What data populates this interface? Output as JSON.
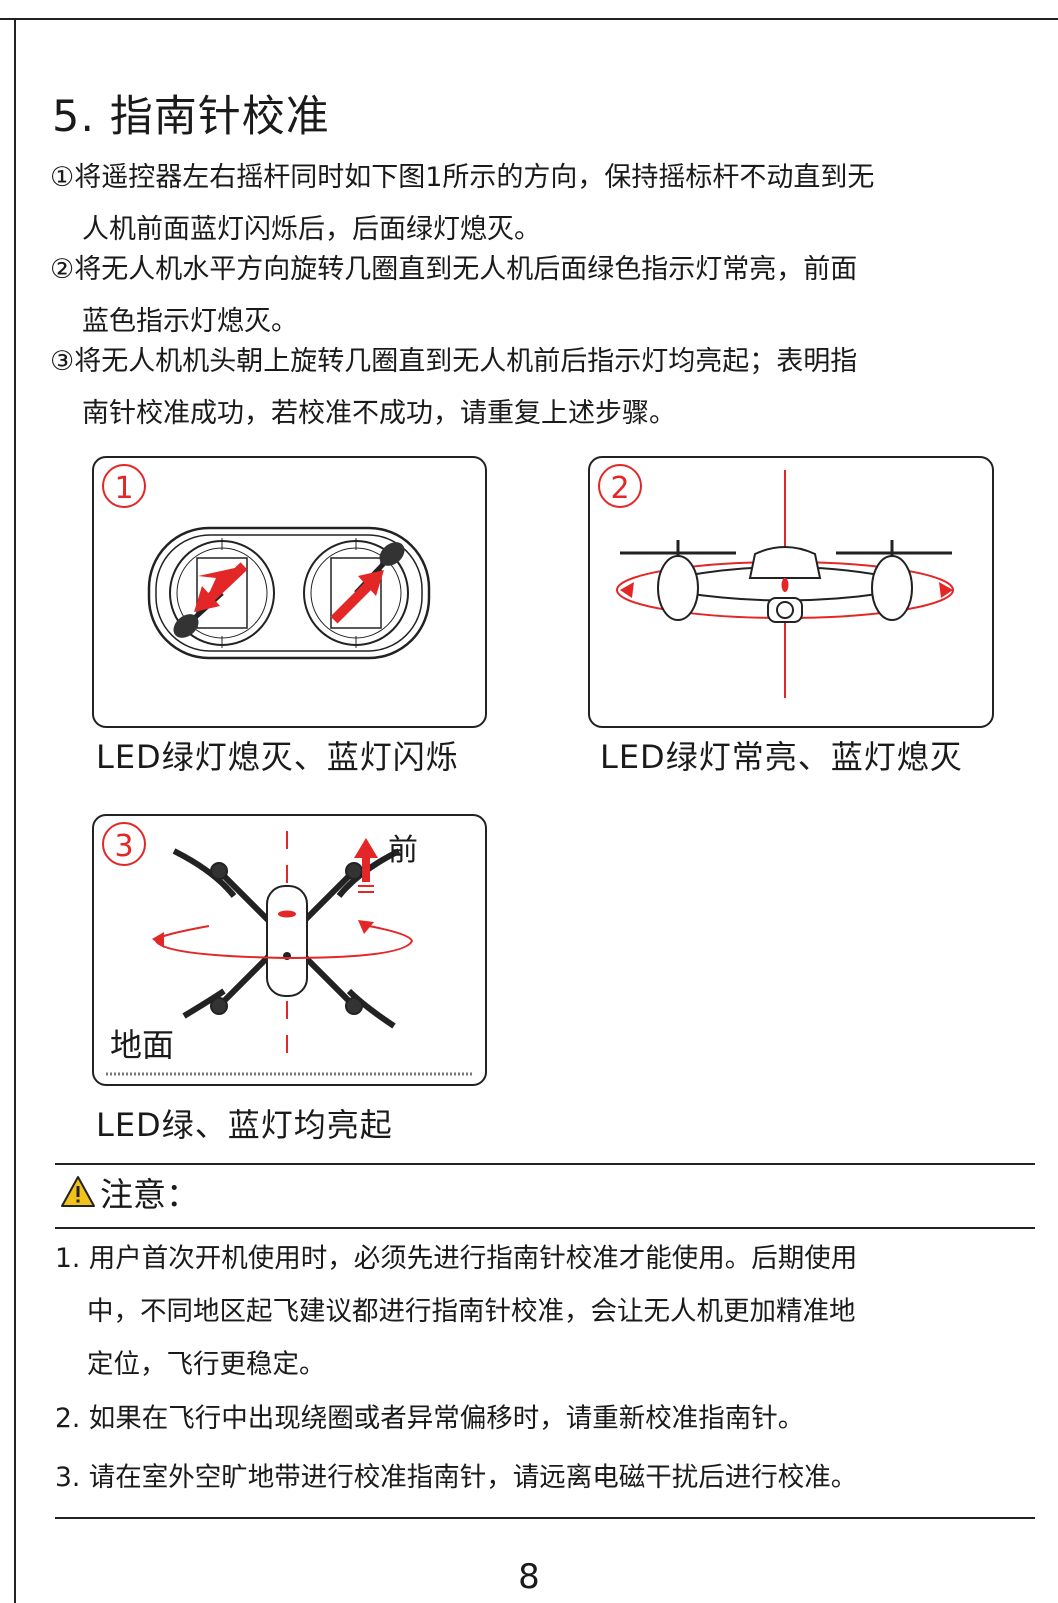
{
  "title": "5. 指南针校准",
  "steps": [
    {
      "line1": "①将遥控器左右摇杆同时如下图1所示的方向，保持摇标杆不动直到无",
      "line2": "人机前面蓝灯闪烁后，后面绿灯熄灭。"
    },
    {
      "line1": "②将无人机水平方向旋转几圈直到无人机后面绿色指示灯常亮，前面",
      "line2": "蓝色指示灯熄灭。"
    },
    {
      "line1": "③将无人机机头朝上旋转几圈直到无人机前后指示灯均亮起；表明指",
      "line2": "南针校准成功，若校准不成功，请重复上述步骤。"
    }
  ],
  "figures": [
    {
      "number": "1",
      "caption": "LED绿灯熄灭、蓝灯闪烁"
    },
    {
      "number": "2",
      "caption": "LED绿灯常亮、蓝灯熄灭"
    },
    {
      "number": "3",
      "caption": "LED绿、蓝灯均亮起",
      "front_label": "前",
      "ground_label": "地面"
    }
  ],
  "notice": {
    "title": "注意：",
    "items": [
      {
        "line1": "1. 用户首次开机使用时，必须先进行指南针校准才能使用。后期使用",
        "line2": "中，不同地区起飞建议都进行指南针校准，会让无人机更加精准地",
        "line3": "定位，飞行更稳定。"
      },
      {
        "line1": "2. 如果在飞行中出现绕圈或者异常偏移时，请重新校准指南针。"
      },
      {
        "line1": "3. 请在室外空旷地带进行校准指南针，请远离电磁干扰后进行校准。"
      }
    ]
  },
  "page_number": "8",
  "colors": {
    "accent": "#e32626",
    "text": "#1a1a1a",
    "warning": "#f2c11a"
  },
  "icons": [
    "warning-icon",
    "joystick-icon",
    "drone-front-icon",
    "drone-top-icon",
    "rotate-arrow-icon",
    "up-arrow-icon"
  ]
}
